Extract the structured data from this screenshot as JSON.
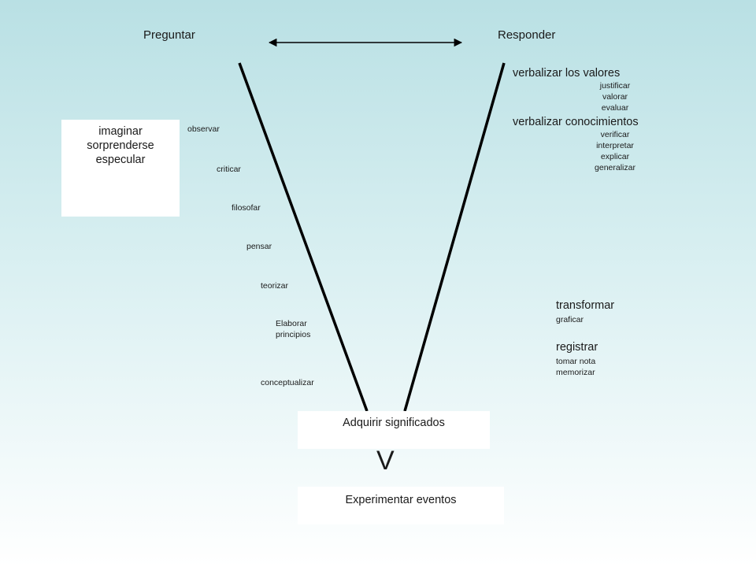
{
  "headers": {
    "left": "Preguntar",
    "right": "Responder"
  },
  "left_box": {
    "lines": [
      "imaginar",
      "sorprenderse",
      "especular"
    ]
  },
  "left_verbs": {
    "observar": "observar",
    "criticar": "criticar",
    "filosofar": "filosofar",
    "pensar": "pensar",
    "teorizar": "teorizar",
    "elaborar": [
      "Elaborar",
      "principios"
    ],
    "conceptualizar": "conceptualizar"
  },
  "right_groups": {
    "valores": {
      "title": "verbalizar los valores",
      "items": [
        "justificar",
        "valorar",
        "evaluar"
      ]
    },
    "conocimientos": {
      "title": "verbalizar conocimientos",
      "items": [
        "verificar",
        "interpretar",
        "explicar",
        "generalizar"
      ]
    },
    "transformar": {
      "title": "transformar",
      "items": [
        "graficar"
      ]
    },
    "registrar": {
      "title": "registrar",
      "items": [
        "tomar nota",
        "memorizar"
      ]
    }
  },
  "bottom": {
    "adquirir": "Adquirir significados",
    "letter": "V",
    "experimentar": "Experimentar eventos"
  }
}
